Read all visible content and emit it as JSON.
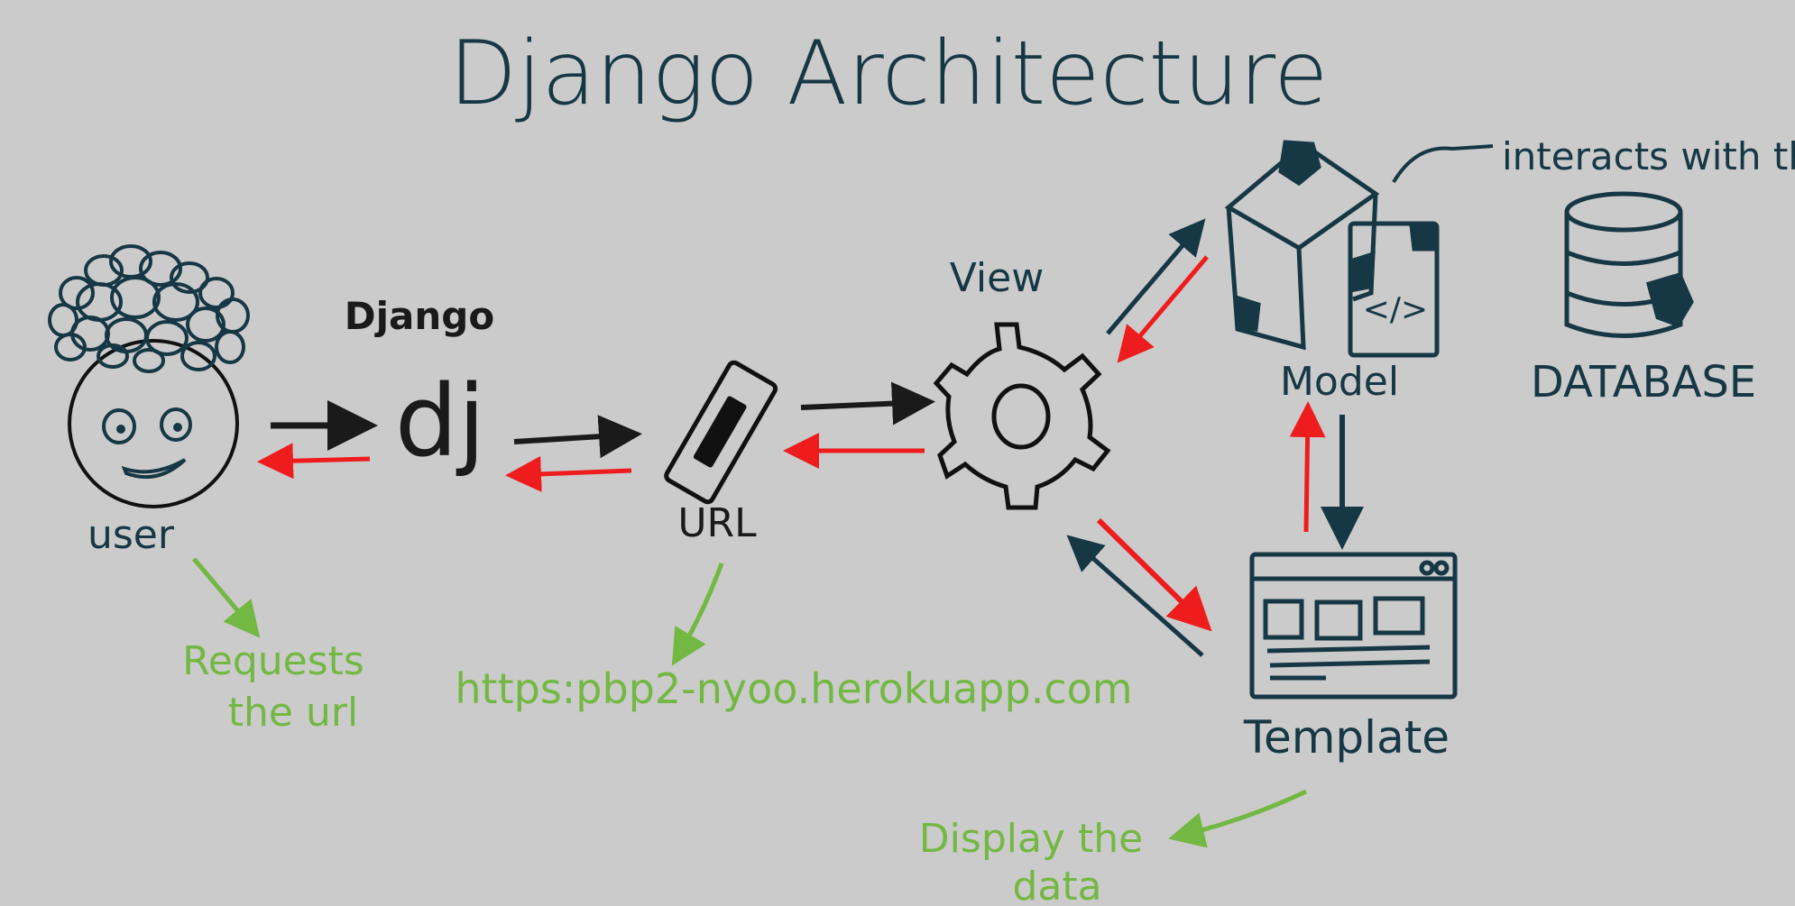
{
  "title": "Django Architecture",
  "nodes": {
    "user": {
      "label": "user"
    },
    "django": {
      "label": "Django",
      "logo": "dj"
    },
    "url": {
      "label": "URL"
    },
    "view": {
      "label": "View"
    },
    "model": {
      "label": "Model",
      "code_badge": "</>"
    },
    "database": {
      "label": "DATABASE"
    },
    "template": {
      "label": "Template"
    }
  },
  "annotations": {
    "user_note": [
      "Requests",
      "the url"
    ],
    "url_note": "https:pbp2-nyoo.herokuapp.com",
    "model_note": "interacts with the",
    "template_note": [
      "Display the",
      "data"
    ]
  },
  "colors": {
    "background": "#cbcbcb",
    "ink": "#163744",
    "black_arrow": "#1a1a1a",
    "red_arrow": "#ee1c1c",
    "green_note": "#73b842"
  }
}
